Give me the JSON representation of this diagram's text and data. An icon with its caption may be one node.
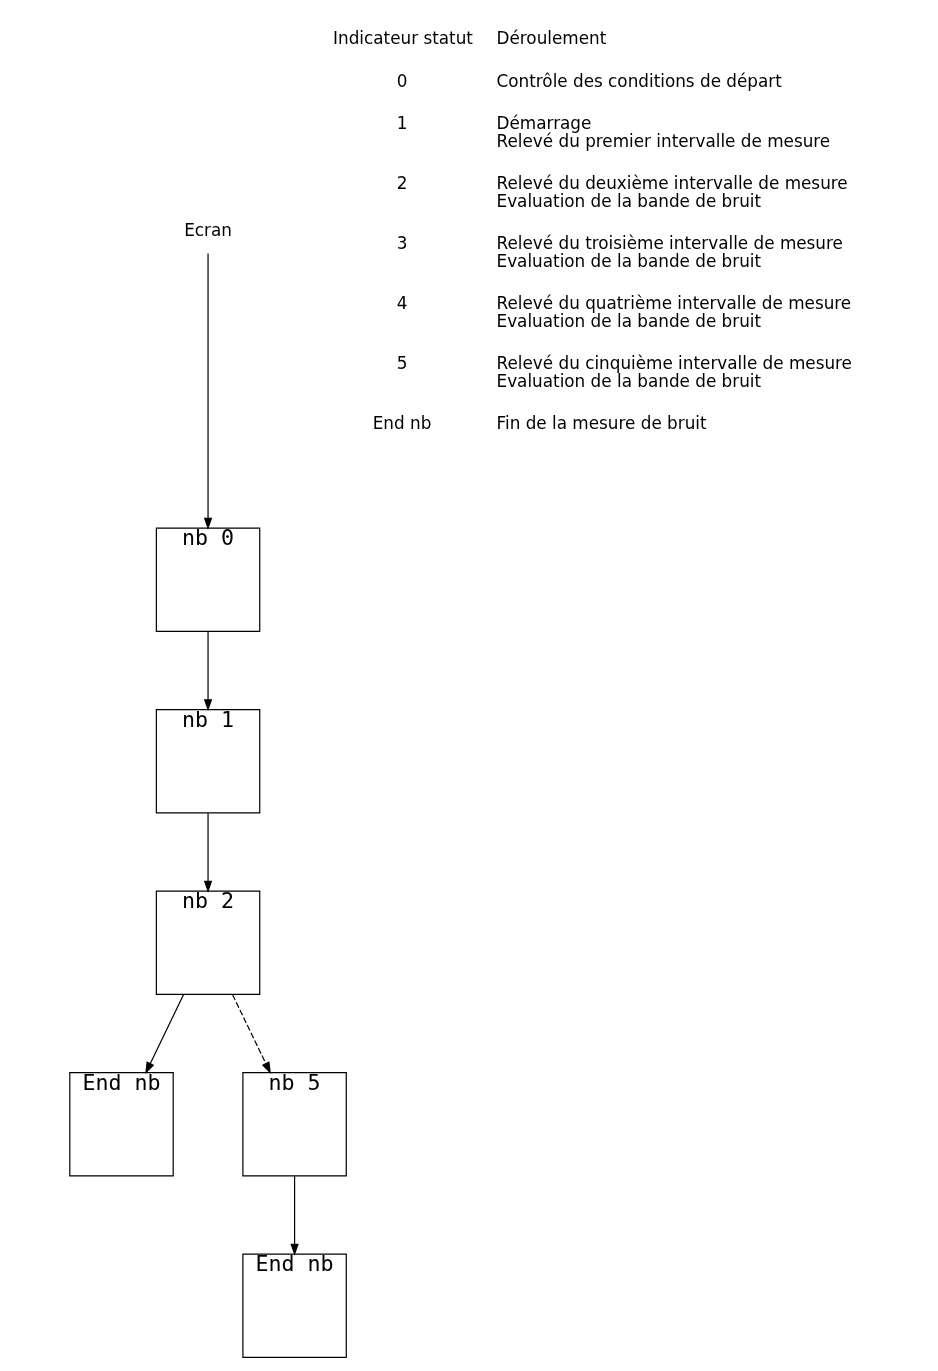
{
  "diagram": {
    "nodes": [
      {
        "text": [
          "Ecran"
        ]
      },
      {
        "text": [
          "nb 0"
        ]
      },
      {
        "text": [
          "nb 1"
        ]
      },
      {
        "text": [
          "nb 2"
        ]
      },
      {
        "text": [
          "End nb"
        ]
      },
      {
        "text": [
          "nb 5"
        ]
      },
      {
        "text": [
          "End nb"
        ]
      }
    ],
    "edges": [
      {
        "from": 0,
        "to": 1,
        "arrow": "to"
      },
      {
        "from": 1,
        "to": 2,
        "arrow": "to"
      },
      {
        "from": 2,
        "to": 3,
        "arrow": "to"
      },
      {
        "from": 3,
        "to": 4,
        "arrow": "to"
      },
      {
        "from": 3,
        "to": 5,
        "arrow": "to",
        "style": "dashed"
      },
      {
        "from": 5,
        "to": 6,
        "arrow": "to"
      }
    ],
    "labels": [
      "Indicateur statut",
      "Déroulement",
      "0",
      "Contrôle des conditions de départ",
      "1",
      "Démarrage",
      "Relevé du premier intervalle de mesure",
      "2",
      "Relevé du deuxième intervalle de mesure",
      "Evaluation de la bande de bruit",
      "3",
      "Relevé du troisième intervalle de mesure",
      "Evaluation de la bande de bruit",
      "4",
      "Relevé du quatrième intervalle de mesure",
      "Evaluation de la bande de bruit",
      "5",
      "Relevé du cinquième intervalle de mesure",
      "Evaluation de la bande de bruit",
      "End nb",
      "Fin de la mesure de bruit"
    ]
  }
}
